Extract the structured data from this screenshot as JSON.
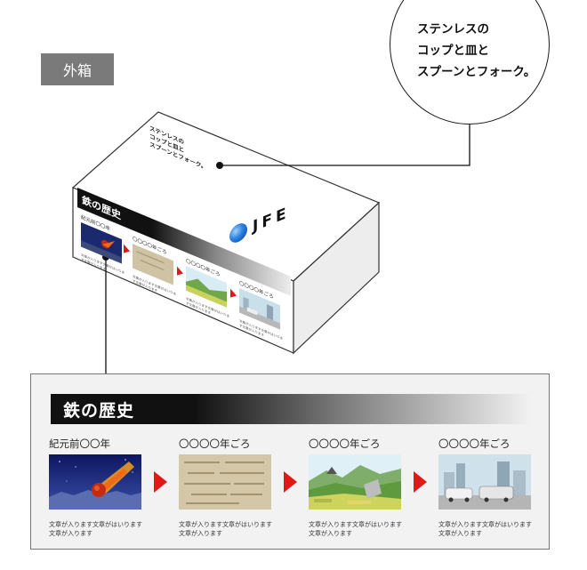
{
  "label": {
    "text": "外箱"
  },
  "bubble": {
    "lines": [
      "ステンレスの",
      "コップと皿と",
      "スプーンとフォーク。"
    ]
  },
  "box_top": {
    "lines": [
      "ステンレスの",
      "コップと皿と",
      "スプーンとフォーク。"
    ]
  },
  "logo": {
    "text": "JFE"
  },
  "timeline": {
    "title": "鉄の歴史",
    "items": [
      {
        "year": "紀元前〇〇年",
        "image": "meteor-illustration",
        "desc": "文章が入ります文章がはいります文章が入ります"
      },
      {
        "year": "〇〇〇〇年ごろ",
        "image": "ancient-texture-illustration",
        "desc": "文章が入ります文章がはいります文章が入ります"
      },
      {
        "year": "〇〇〇〇年ごろ",
        "image": "landscape-illustration",
        "desc": "文章が入ります文章がはいります文章が入ります"
      },
      {
        "year": "〇〇〇〇年ごろ",
        "image": "cars-city-illustration",
        "desc": "文章が入ります文章がはいります文章が入ります"
      }
    ]
  },
  "colors": {
    "accent_red": "#e01818",
    "banner_dark": "#111111",
    "label_bg": "#7a7a7a",
    "panel_bg": "#f2f2f2"
  }
}
